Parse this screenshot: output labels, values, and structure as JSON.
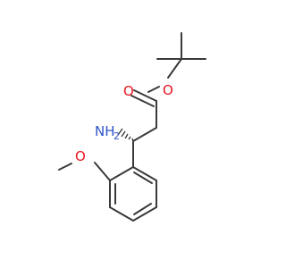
{
  "molecule": {
    "atoms": {
      "carbonyl_oxygen": "O",
      "ester_oxygen": "O",
      "amine_label": "NH",
      "amine_subscript": "2",
      "methoxy_oxygen": "O"
    },
    "colors": {
      "bond": "#3a3a3a",
      "oxygen": "#e8141e",
      "nitrogen": "#2f53c7",
      "background": "#ffffff"
    }
  }
}
